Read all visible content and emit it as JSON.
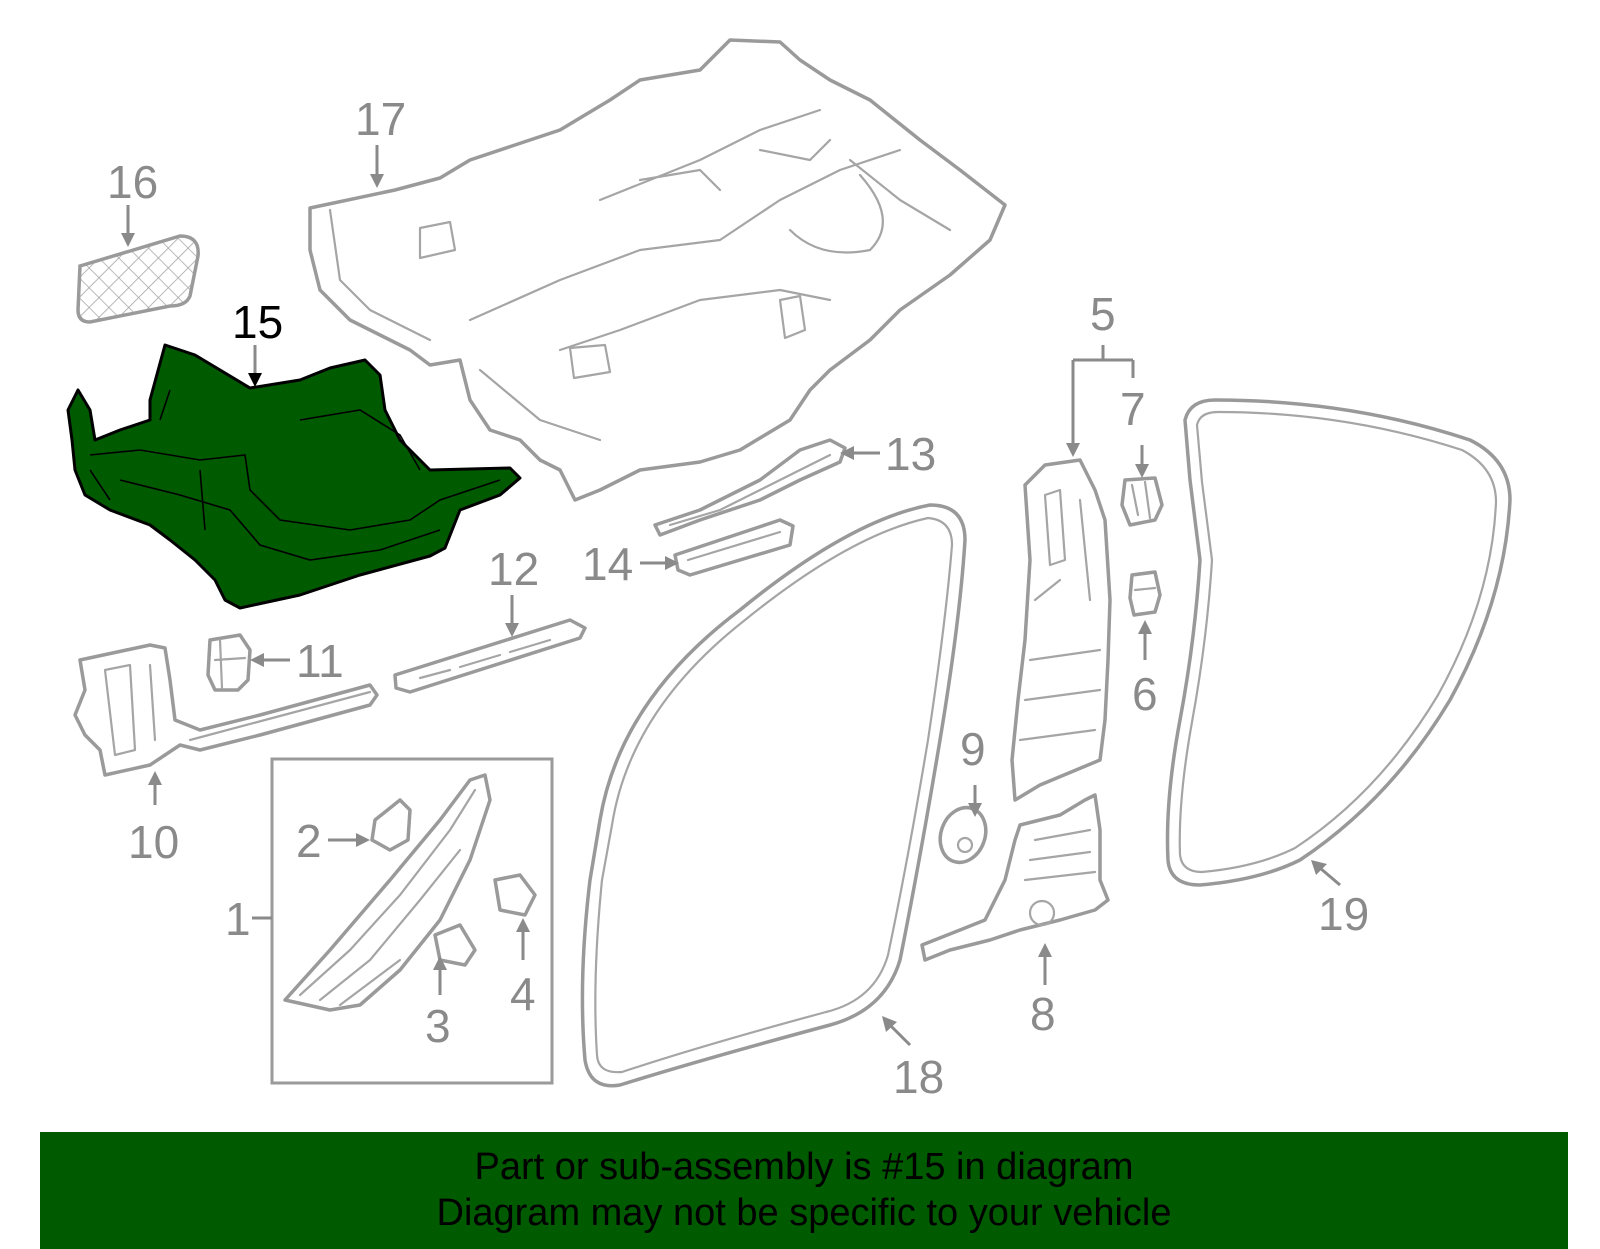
{
  "diagram": {
    "highlighted_part": "15",
    "highlight_color": "#005a00",
    "line_color": "#9a9a9a",
    "callouts": [
      {
        "id": "c1",
        "text": "1"
      },
      {
        "id": "c2",
        "text": "2"
      },
      {
        "id": "c3",
        "text": "3"
      },
      {
        "id": "c4",
        "text": "4"
      },
      {
        "id": "c5",
        "text": "5"
      },
      {
        "id": "c6",
        "text": "6"
      },
      {
        "id": "c7",
        "text": "7"
      },
      {
        "id": "c8",
        "text": "8"
      },
      {
        "id": "c9",
        "text": "9"
      },
      {
        "id": "c10",
        "text": "10"
      },
      {
        "id": "c11",
        "text": "11"
      },
      {
        "id": "c12",
        "text": "12"
      },
      {
        "id": "c13",
        "text": "13"
      },
      {
        "id": "c14",
        "text": "14"
      },
      {
        "id": "c15",
        "text": "15"
      },
      {
        "id": "c16",
        "text": "16"
      },
      {
        "id": "c17",
        "text": "17"
      },
      {
        "id": "c18",
        "text": "18"
      },
      {
        "id": "c19",
        "text": "19"
      }
    ]
  },
  "banner": {
    "line1": "Part or sub-assembly is #15 in diagram",
    "line2": "Diagram may not be specific to your vehicle",
    "background": "#005a00"
  }
}
